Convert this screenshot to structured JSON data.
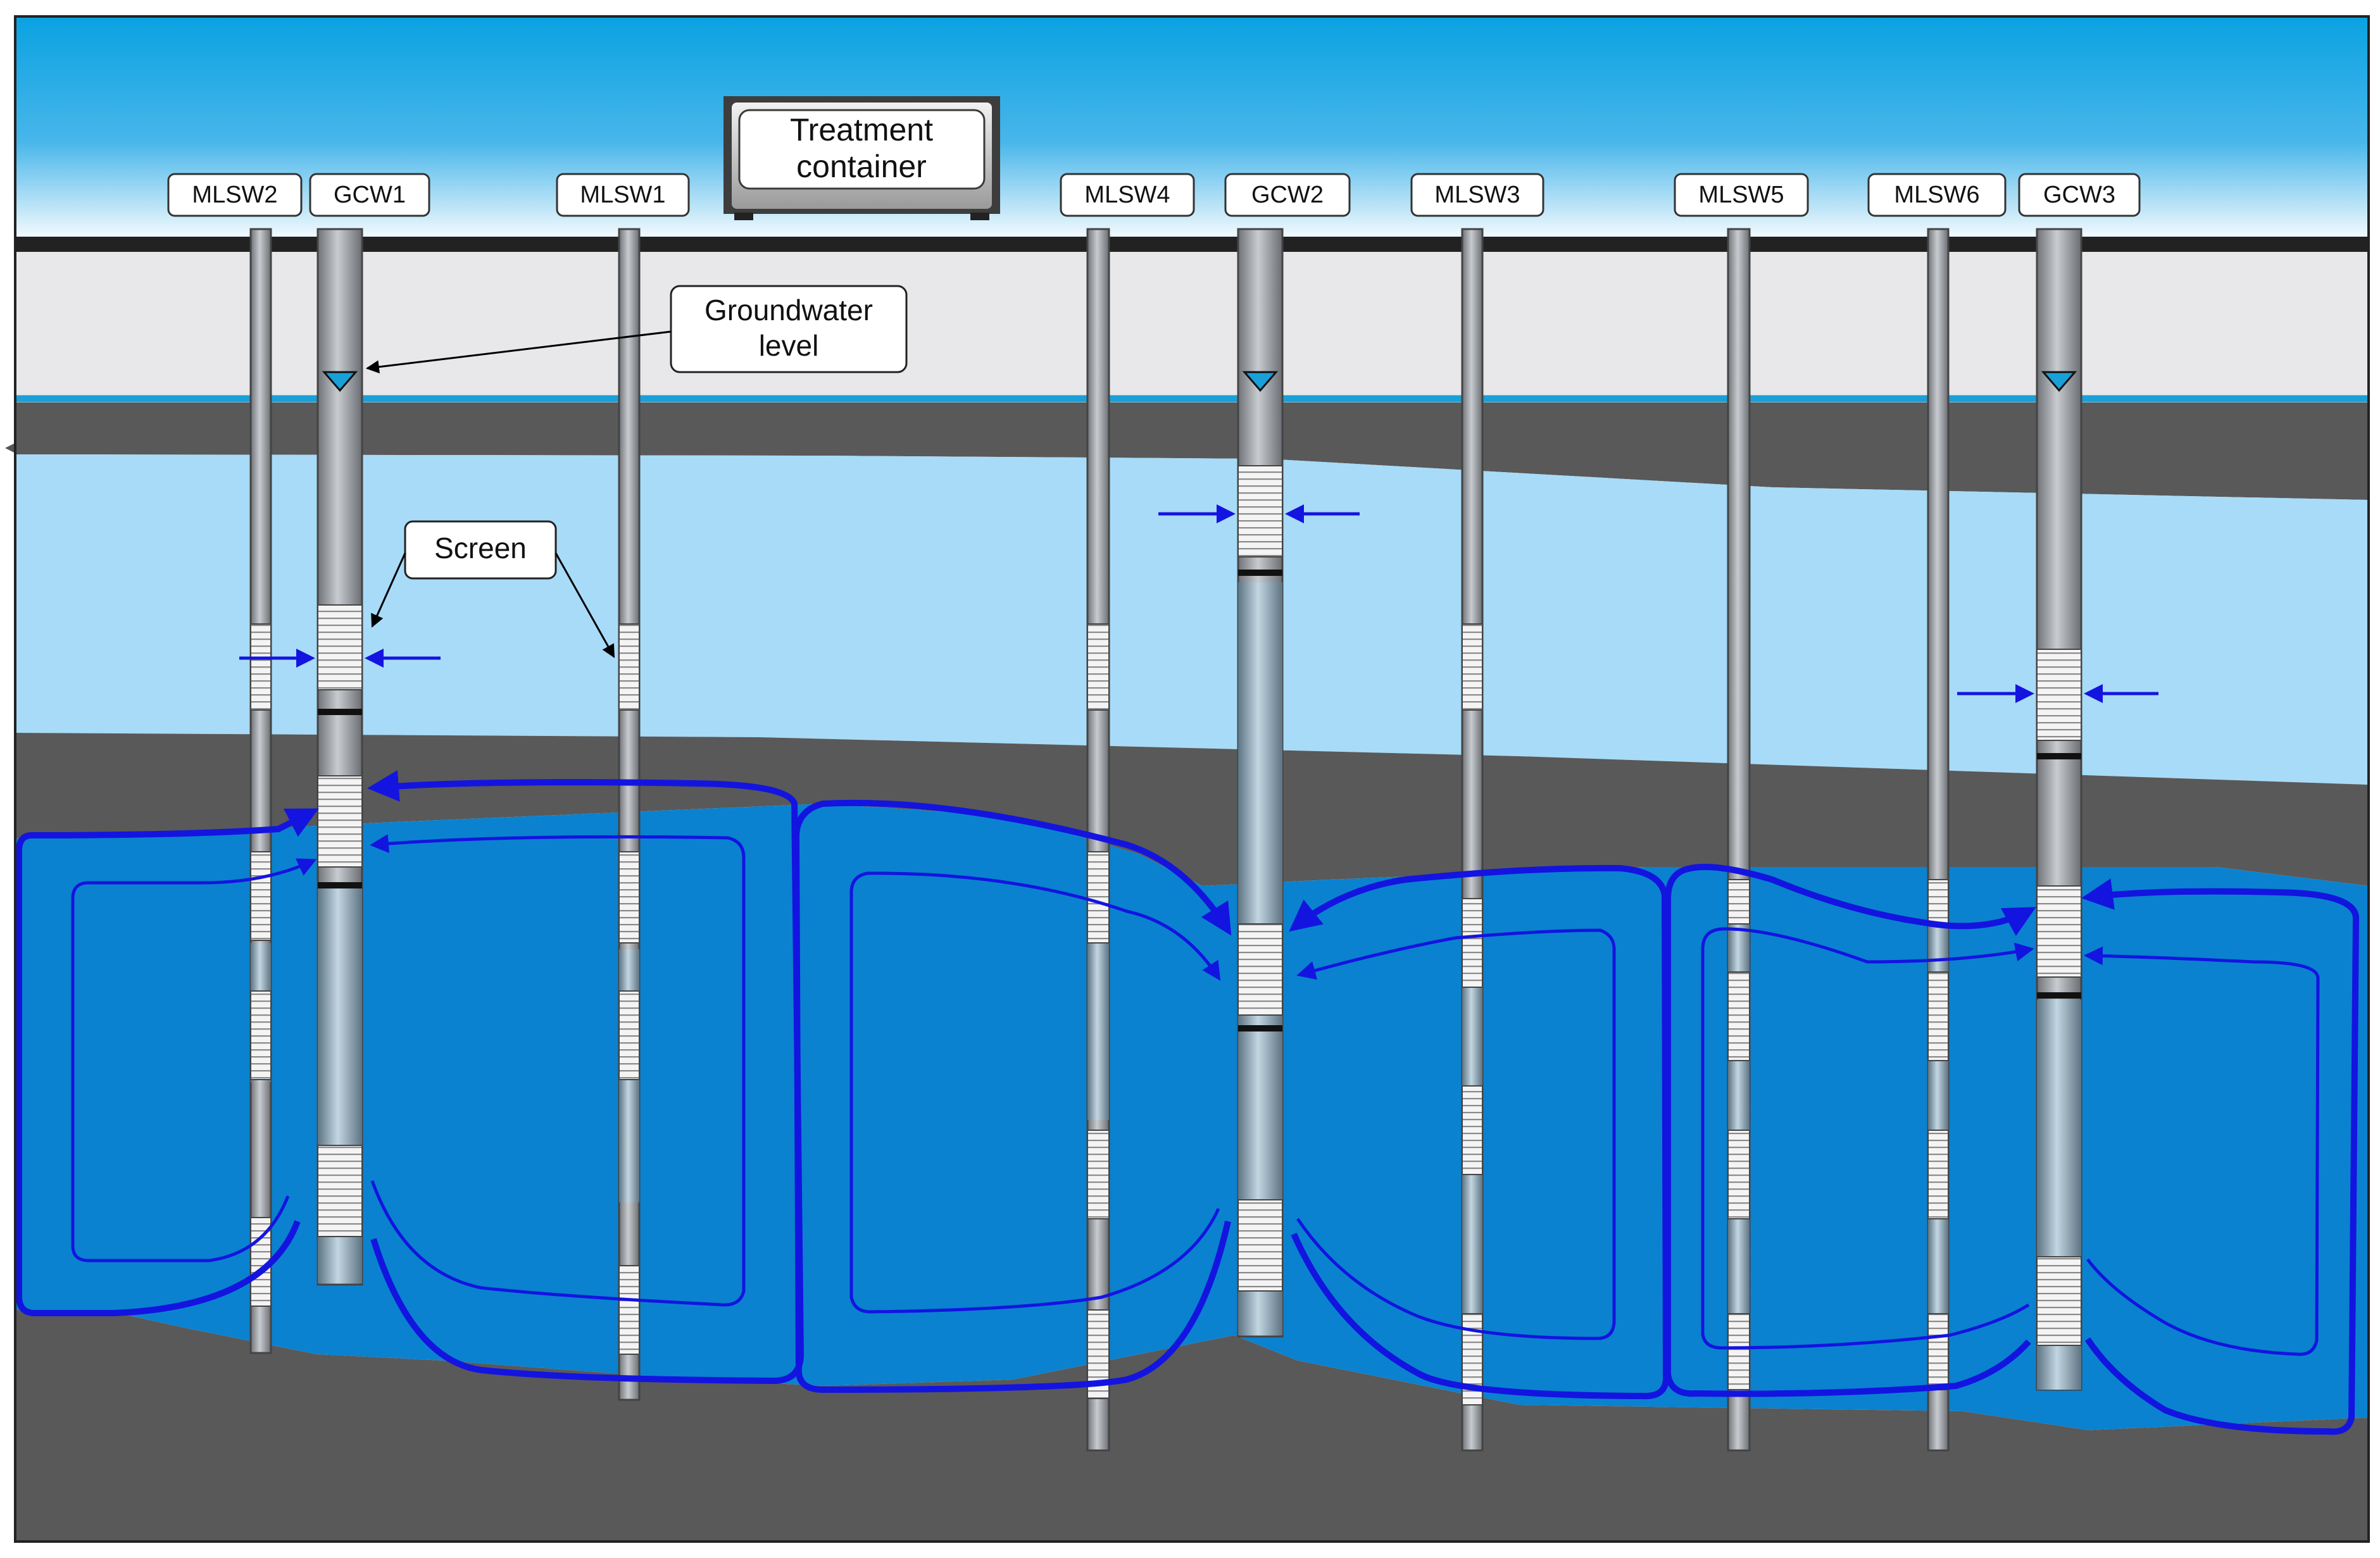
{
  "container_label": [
    "Treatment",
    "container"
  ],
  "callouts": {
    "groundwater": [
      "Groundwater",
      "level"
    ],
    "screen": "Screen"
  },
  "wells": [
    {
      "label": "MLSW2",
      "type": "mlsw"
    },
    {
      "label": "GCW1",
      "type": "gcw"
    },
    {
      "label": "MLSW1",
      "type": "mlsw"
    },
    {
      "label": "MLSW4",
      "type": "mlsw"
    },
    {
      "label": "GCW2",
      "type": "gcw"
    },
    {
      "label": "MLSW3",
      "type": "mlsw"
    },
    {
      "label": "MLSW5",
      "type": "mlsw"
    },
    {
      "label": "MLSW6",
      "type": "mlsw"
    },
    {
      "label": "GCW3",
      "type": "gcw"
    }
  ],
  "colors": {
    "sky_top": "#0aa2e2",
    "unsaturated": "#e8e8ea",
    "aquitard": "#595959",
    "upper_aquifer": "#a8dbf7",
    "lower_aquifer": "#0a82cf",
    "water_table": "#1aa0d8",
    "flow_arrows": "#1414e0",
    "ground_surface": "#222222"
  }
}
